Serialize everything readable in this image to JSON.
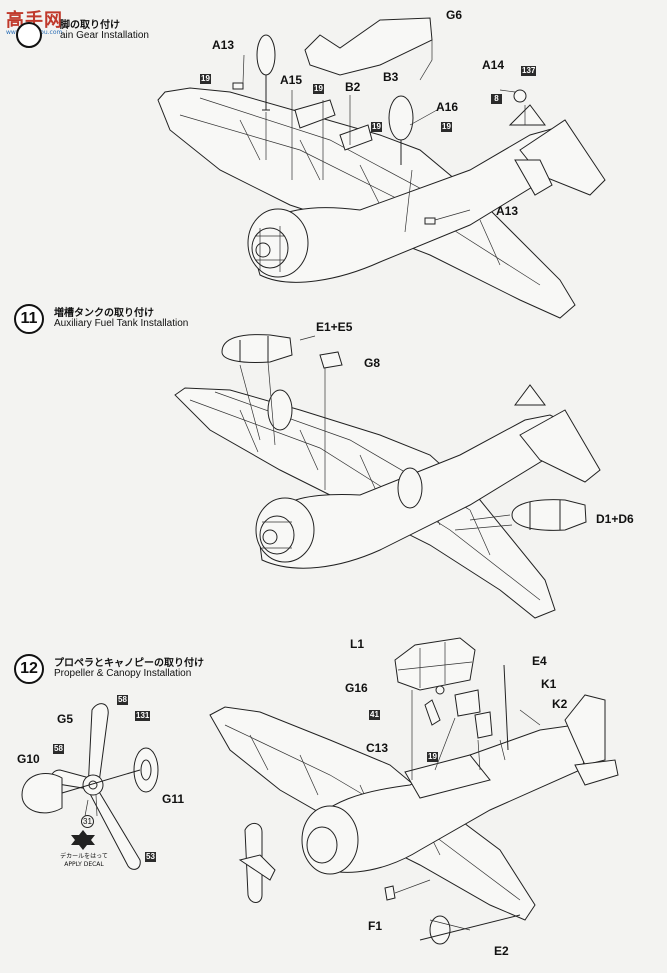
{
  "watermark": {
    "logo": "高手网",
    "url": "www.gaoshou.com"
  },
  "steps": [
    {
      "number": "",
      "title_jp": "脚の取り付け",
      "title_en": "ain Gear Installation",
      "labels": [
        "G6",
        "A13",
        "A15",
        "B2",
        "B3",
        "A16",
        "A14",
        "A13"
      ],
      "badges": [
        "19",
        "19",
        "19",
        "19",
        "137",
        "8"
      ]
    },
    {
      "number": "11",
      "title_jp": "増槽タンクの取り付け",
      "title_en": "Auxiliary Fuel Tank Installation",
      "labels": [
        "E1+E5",
        "G8",
        "D1+D6"
      ]
    },
    {
      "number": "12",
      "title_jp": "プロペラとキャノピーの取り付け",
      "title_en": "Propeller & Canopy Installation",
      "labels": [
        "L1",
        "E4",
        "G16",
        "K1",
        "K2",
        "C13",
        "G5",
        "G10",
        "G11",
        "F1",
        "E2"
      ],
      "badges": [
        "41",
        "19",
        "58",
        "131",
        "58",
        "53"
      ],
      "callout": "31",
      "decal": {
        "jp": "デカールをはって",
        "en": "APPLY DECAL"
      }
    }
  ]
}
